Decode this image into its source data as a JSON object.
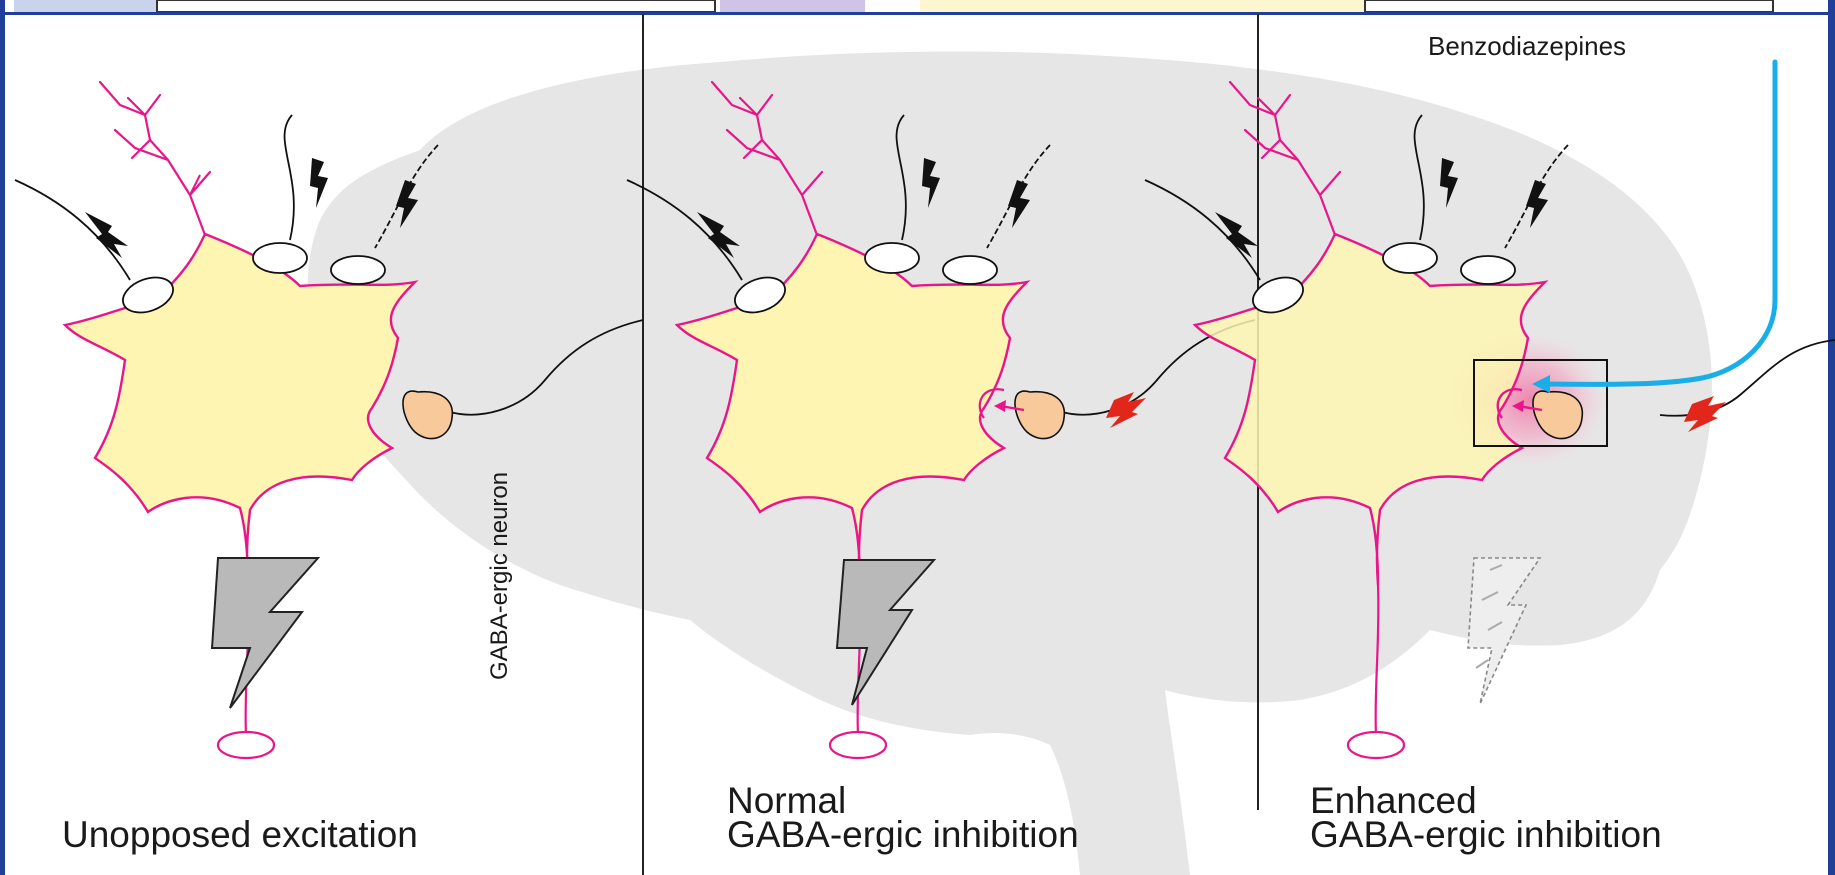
{
  "panels": [
    {
      "caption_line1": "",
      "caption_line2": "Unopposed excitation"
    },
    {
      "caption_line1": "Normal",
      "caption_line2": "GABA-ergic inhibition"
    },
    {
      "caption_line1": "Enhanced",
      "caption_line2": "GABA-ergic inhibition"
    }
  ],
  "labels": {
    "gaba_neuron": "GABA-ergic neuron",
    "drug": "Benzodiazepines"
  },
  "colors": {
    "brain": "#e6e6e6",
    "neuron_fill": "#fdf5b1",
    "neuron_outline": "#e8168a",
    "gaba_terminal": "#f7c99b",
    "excitation_bolt": "#111111",
    "inhibition_bolt": "#e3261c",
    "drug_arrow": "#1aaee8",
    "frame_blue": "#1f3f9a",
    "header_left": "#c9d4ec",
    "header_mid": "#cfc4e6",
    "header_right": "#fdf6cf"
  }
}
